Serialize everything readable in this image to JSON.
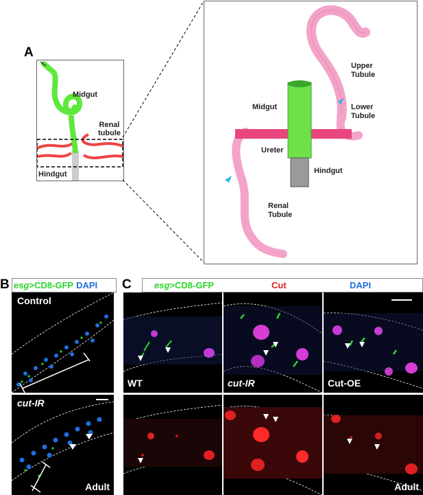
{
  "panelA": {
    "letter": "A",
    "small": {
      "midgut": "Midgut",
      "renal_tubule": "Renal\ntubule",
      "hindgut": "Hindgut"
    },
    "large": {
      "upper_tubule": "Upper\nTubule",
      "lower_tubule": "Lower\nTubule",
      "midgut": "Midgut",
      "ureter": "Ureter",
      "hindgut": "Hindgut",
      "renal_tubule": "Renal\nTubule"
    }
  },
  "panelB": {
    "letter": "B",
    "legend": {
      "esg": "esg",
      "cd8": ">CD8-GFP",
      "dapi": "DAPI"
    },
    "top_label": "Control",
    "bottom_label": "cut-IR",
    "corner_label": "Adult"
  },
  "panelC": {
    "letter": "C",
    "legend": {
      "esg": "esg",
      "cd8": ">CD8-GFP",
      "cut": "Cut",
      "dapi": "DAPI"
    },
    "labels": [
      "WT",
      "cut-IR",
      "Cut-OE"
    ],
    "corner_label": "Adult"
  },
  "colors": {
    "gfp": "#2bd62b",
    "dapi": "#1e6fe0",
    "cut": "#e02020",
    "tubule": "#f4a3c8",
    "midgut": "#55e83a"
  }
}
